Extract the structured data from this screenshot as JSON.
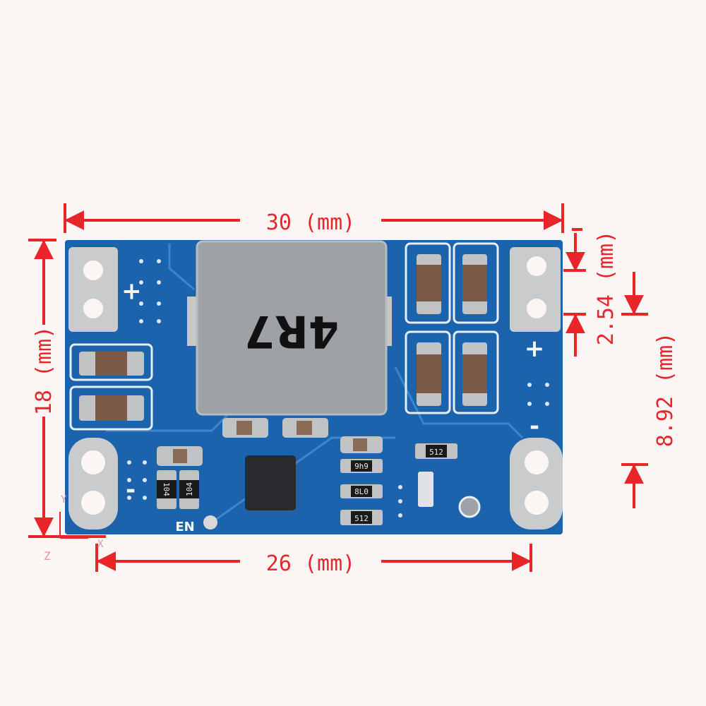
{
  "dimensions": {
    "width_top": "30 (mm)",
    "height_left": "18 (mm)",
    "width_bottom": "26 (mm)",
    "pin_pitch": "2.54 (mm)",
    "pin_spacing": "8.92 (mm)"
  },
  "axes": {
    "x": "X",
    "y": "Y",
    "z": "Z"
  },
  "board": {
    "inductor_marking": "4R7",
    "enable_label": "EN",
    "plus_left": "+",
    "minus_left": "-",
    "plus_right": "+",
    "minus_right": "-",
    "resistor_1": "104",
    "resistor_2": "104",
    "resistor_3": "9h9",
    "resistor_4": "8L0",
    "resistor_5": "512",
    "resistor_6": "512"
  },
  "colors": {
    "pcb": "#1b63ad",
    "dimension": "#e8262a",
    "inductor": "#9ea2a6"
  }
}
